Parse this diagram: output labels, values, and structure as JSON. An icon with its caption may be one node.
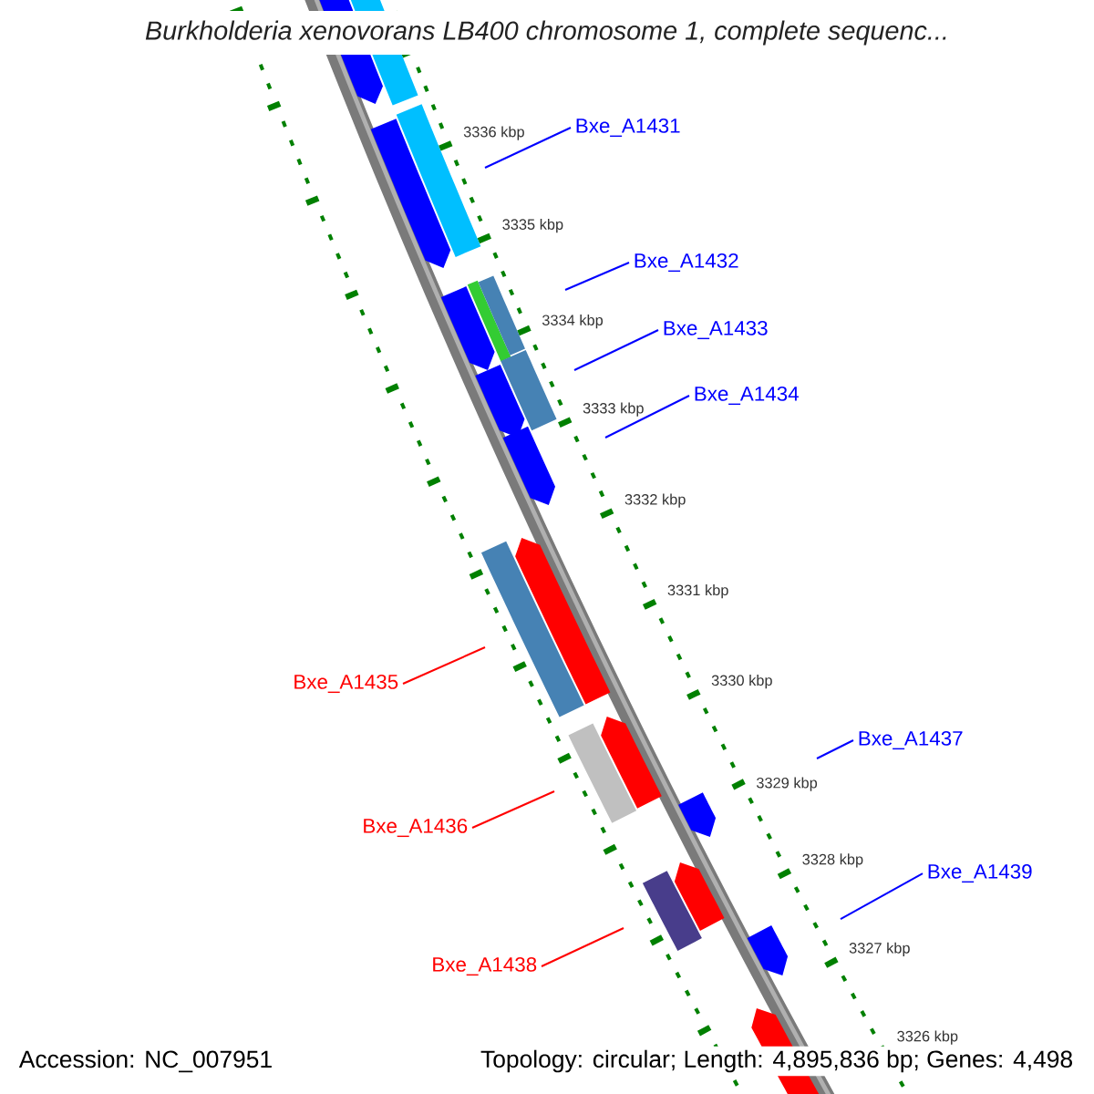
{
  "diagram": {
    "title": "Burkholderia xenovorans LB400 chromosome 1, complete sequenc...",
    "nodes": [
      {
        "text": [
          "Bxe_A1431"
        ]
      },
      {
        "text": [
          "Bxe_A1432"
        ]
      },
      {
        "text": [
          "Bxe_A1433"
        ]
      },
      {
        "text": [
          "Bxe_A1434"
        ]
      },
      {
        "text": [
          "Bxe_A1435"
        ]
      },
      {
        "text": [
          "Bxe_A1437"
        ]
      },
      {
        "text": [
          "Bxe_A1436"
        ]
      },
      {
        "text": [
          "Bxe_A1439"
        ]
      },
      {
        "text": [
          "Bxe_A1438"
        ]
      }
    ],
    "edges": [
      {
        "from": 0,
        "to": null,
        "arrow": "none"
      },
      {
        "from": 1,
        "to": null,
        "arrow": "none"
      },
      {
        "from": 2,
        "to": null,
        "arrow": "none"
      },
      {
        "from": 3,
        "to": null,
        "arrow": "none"
      },
      {
        "from": 4,
        "to": null,
        "arrow": "none",
        "color": "#ff0000"
      },
      {
        "from": 5,
        "to": null,
        "arrow": "none"
      },
      {
        "from": 6,
        "to": null,
        "arrow": "none",
        "color": "#ff0000"
      },
      {
        "from": 7,
        "to": null,
        "arrow": "none"
      },
      {
        "from": 8,
        "to": null,
        "arrow": "none",
        "color": "#ff0000"
      }
    ],
    "labels": [
      "3336 kbp",
      "3335 kbp",
      "3334 kbp",
      "3333 kbp",
      "3332 kbp",
      "3331 kbp",
      "3330 kbp",
      "3329 kbp",
      "3328 kbp",
      "3327 kbp",
      "3326 kbp",
      "Accession: NC_007951",
      "Topology: circular; Length: 4,895,836 bp; Genes: 4,498"
    ]
  }
}
